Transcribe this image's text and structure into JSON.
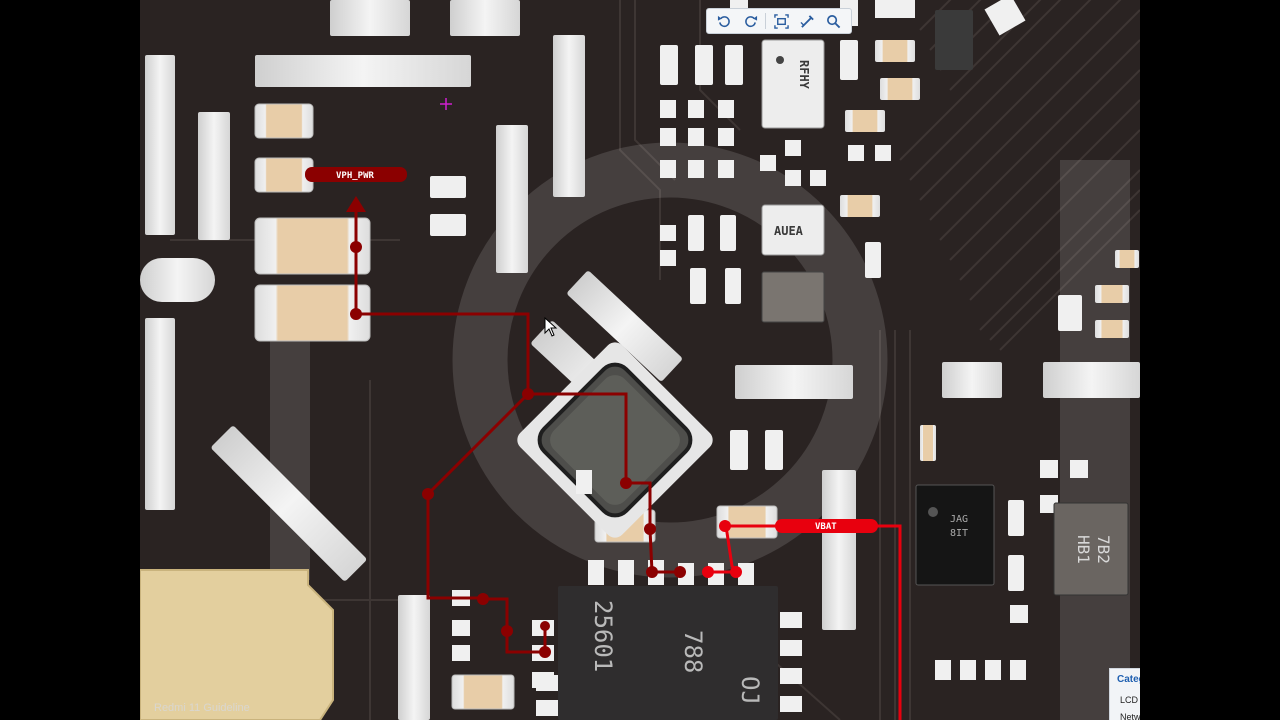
{
  "toolbar": {
    "buttons": [
      {
        "name": "rotate-left-icon"
      },
      {
        "name": "rotate-right-icon"
      },
      {
        "name": "fit-view-icon"
      },
      {
        "name": "measure-tool-icon"
      },
      {
        "name": "search-icon"
      }
    ]
  },
  "board": {
    "nets": [
      {
        "label": "VPH_PWR",
        "color": "#8b0000"
      },
      {
        "label": "VBAT",
        "color": "#e8000e"
      }
    ],
    "chip_markings": {
      "rfhy": "RFHY",
      "auea": "AUEA",
      "jag": "JAG",
      "eit": "8IT",
      "c7b2": "7B2",
      "chb1": "HB1",
      "big1": "25601",
      "big2": "788",
      "big3": "OJ"
    }
  },
  "watermark": "Redmi 11 Guideline",
  "categories": {
    "title": "Categories",
    "items": [
      "LCD",
      "Network"
    ]
  },
  "colors": {
    "net_dark": "#8b0000",
    "net_bright": "#e8000e",
    "toolbar_icon": "#2a5d9f",
    "categories_title": "#1f5fb0"
  }
}
